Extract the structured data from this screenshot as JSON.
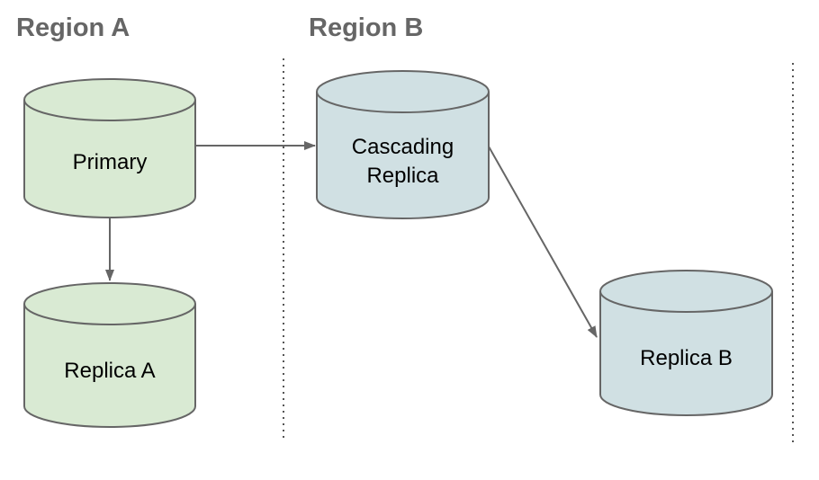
{
  "diagram_type": "database-replication-topology",
  "regions": [
    {
      "label": "Region A"
    },
    {
      "label": "Region B"
    }
  ],
  "nodes": {
    "primary": {
      "label": "Primary",
      "region": "Region A",
      "shape": "cylinder",
      "fill": "#d9ead3"
    },
    "replica_a": {
      "label": "Replica A",
      "region": "Region A",
      "shape": "cylinder",
      "fill": "#d9ead3"
    },
    "cascading_replica": {
      "label": "Cascading Replica",
      "lines": [
        "Cascading",
        "Replica"
      ],
      "region": "Region B",
      "shape": "cylinder",
      "fill": "#d0e0e3"
    },
    "replica_b": {
      "label": "Replica B",
      "region": "Region B",
      "shape": "cylinder",
      "fill": "#d0e0e3"
    }
  },
  "edges": [
    {
      "from": "Primary",
      "to": "Cascading Replica",
      "direction": "right"
    },
    {
      "from": "Primary",
      "to": "Replica A",
      "direction": "down"
    },
    {
      "from": "Cascading Replica",
      "to": "Replica B",
      "direction": "down-right"
    }
  ],
  "colors": {
    "green_fill": "#d9ead3",
    "blue_fill": "#d0e0e3",
    "shape_stroke": "#666666",
    "arrow": "#666666",
    "boundary_dots": "#555555",
    "node_text": "#000000",
    "region_label_text": "#666666",
    "background": "#ffffff"
  }
}
